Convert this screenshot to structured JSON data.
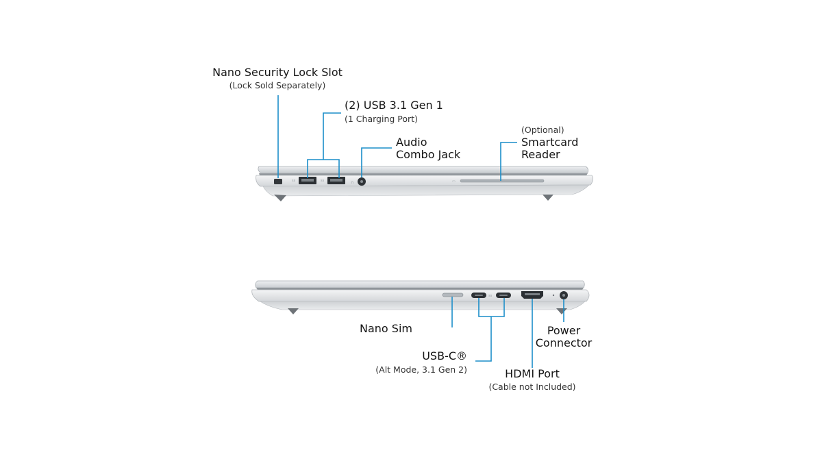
{
  "accent_color": "#1b8ec9",
  "chassis_color": "#d8dbde",
  "top_view": {
    "lock_slot": {
      "title": "Nano Security Lock Slot",
      "note": "(Lock Sold Separately)"
    },
    "usb_a": {
      "title": "(2) USB 3.1 Gen 1",
      "note": "(1 Charging Port)"
    },
    "audio": {
      "line1": "Audio",
      "line2": "Combo Jack"
    },
    "smartcard": {
      "line1": "(Optional)",
      "line2": "Smartcard",
      "line3": "Reader"
    }
  },
  "bottom_view": {
    "nano_sim": {
      "title": "Nano Sim"
    },
    "usb_c": {
      "title": "USB-C®",
      "note": "(Alt Mode, 3.1 Gen 2)"
    },
    "hdmi": {
      "title": "HDMI Port",
      "note": "(Cable not Included)"
    },
    "power": {
      "line1": "Power",
      "line2": "Connector"
    }
  }
}
